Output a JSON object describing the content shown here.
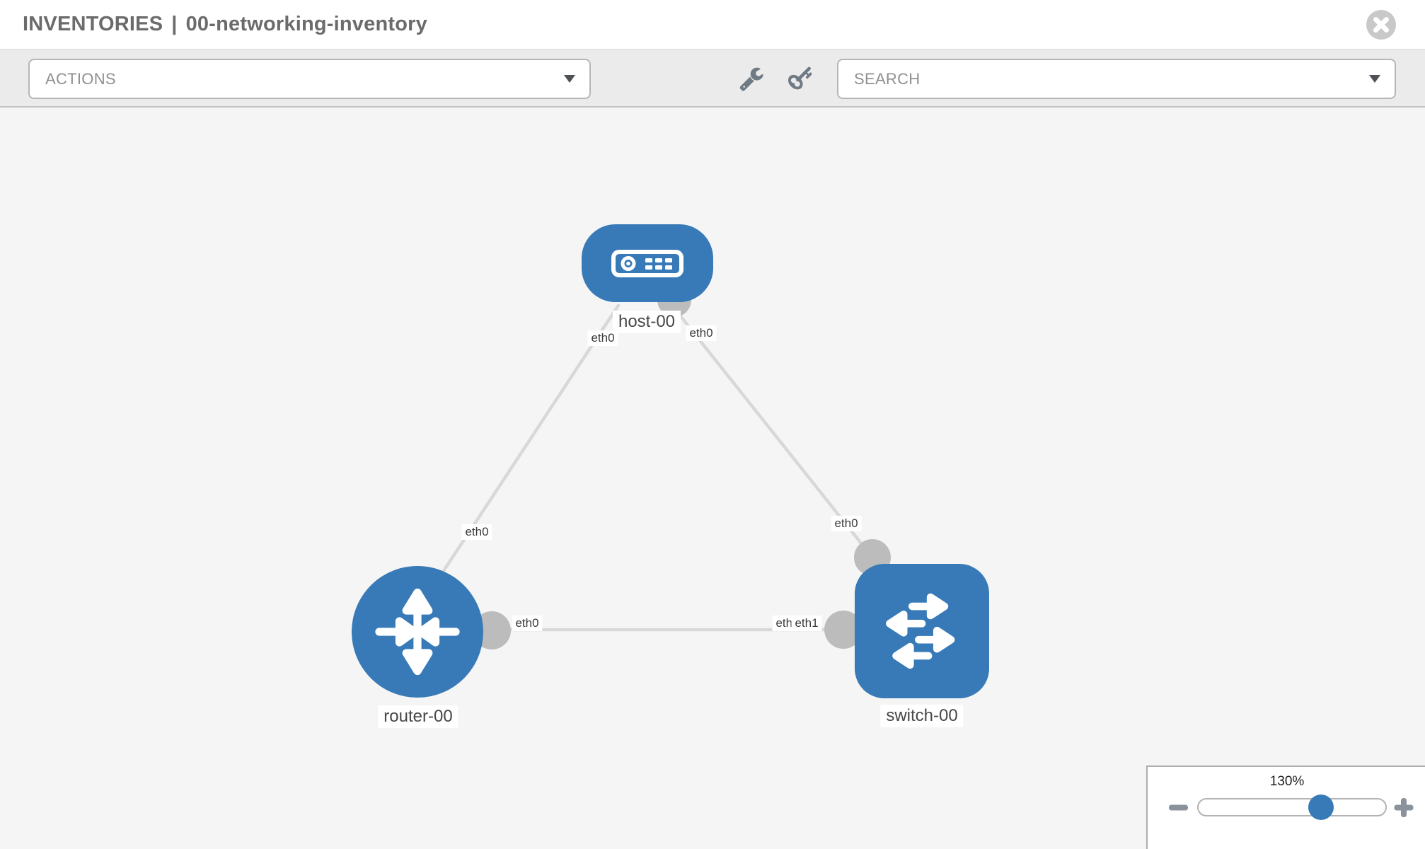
{
  "header": {
    "title_section": "INVENTORIES",
    "title_separator": "|",
    "title_name": "00-networking-inventory"
  },
  "toolbar": {
    "actions_label": "ACTIONS",
    "search_label": "SEARCH"
  },
  "topology": {
    "nodes": [
      {
        "label": "host-00",
        "type": "host",
        "icon": "server-icon"
      },
      {
        "label": "router-00",
        "type": "router",
        "icon": "router-arrows-icon"
      },
      {
        "label": "switch-00",
        "type": "switch",
        "icon": "switch-arrows-icon"
      }
    ],
    "links": [
      {
        "from": "host-00",
        "from_iface": "eth0",
        "to": "router-00",
        "to_iface": "eth0"
      },
      {
        "from": "host-00",
        "from_iface": "eth0",
        "to": "switch-00",
        "to_iface": "eth0"
      },
      {
        "from": "router-00",
        "from_iface": "eth0",
        "to": "switch-00",
        "to_iface": "eth1"
      }
    ],
    "interface_labels": [
      {
        "text": "eth0",
        "location": "host-bottom-left"
      },
      {
        "text": "eth0",
        "location": "host-bottom-right"
      },
      {
        "text": "eth0",
        "location": "link-host-router"
      },
      {
        "text": "eth0",
        "location": "link-host-switch"
      },
      {
        "text": "eth0",
        "location": "router-switch-near-router"
      },
      {
        "text": "eth0",
        "location": "router-switch-near-switch-underneath"
      },
      {
        "text": "eth1",
        "location": "router-switch-near-switch"
      }
    ]
  },
  "zoom_control": {
    "level": "130%"
  },
  "icons": {
    "close": "x-circle-icon",
    "wrench": "wrench-icon",
    "key": "key-icon",
    "dropdown_caret": "chevron-down-icon",
    "zoom_out": "minus-icon",
    "zoom_in": "plus-icon"
  },
  "colors": {
    "node_blue": "#377ab7",
    "link_gray": "#d8d8d8",
    "dot_gray": "#bcbcbc",
    "toolbar_bg": "#ebebeb",
    "canvas_bg": "#f5f5f5"
  }
}
